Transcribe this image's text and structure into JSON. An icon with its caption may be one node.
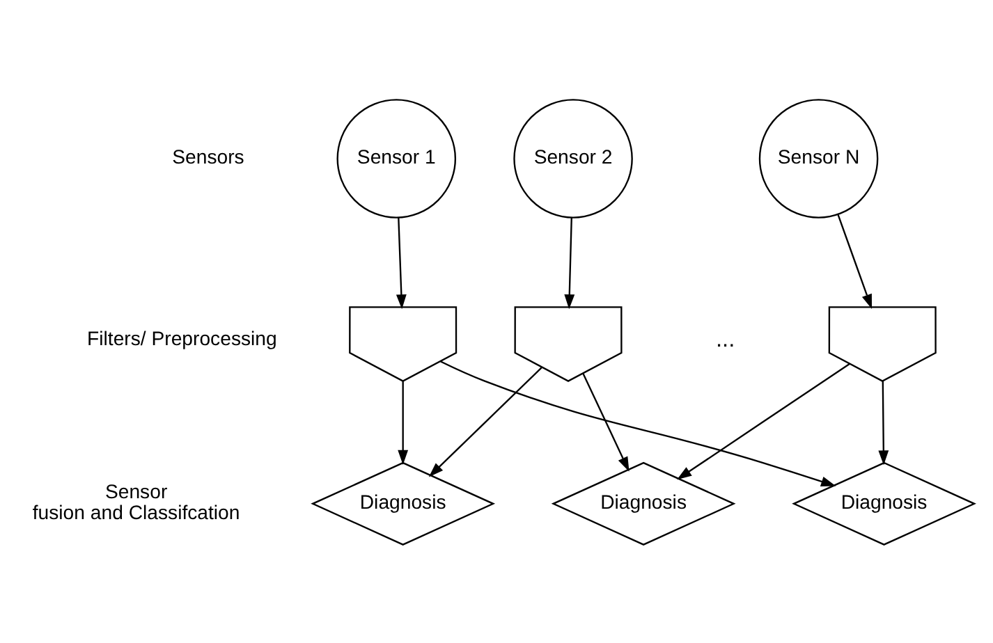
{
  "diagram": {
    "nodes": [
      {
        "text": [
          "Sensor 1"
        ]
      },
      {
        "text": [
          "Sensor 2"
        ]
      },
      {
        "text": [
          "Sensor N"
        ]
      },
      {
        "text": [],
        "shape": "pentagon"
      },
      {
        "text": [],
        "shape": "pentagon"
      },
      {
        "text": [],
        "shape": "pentagon"
      },
      {
        "text": [
          "Diagnosis"
        ]
      },
      {
        "text": [
          "Diagnosis"
        ]
      },
      {
        "text": [
          "Diagnosis"
        ]
      }
    ],
    "edges": [
      {
        "from": 0,
        "to": 3,
        "arrow": "to"
      },
      {
        "from": 1,
        "to": 4,
        "arrow": "to"
      },
      {
        "from": 2,
        "to": 5,
        "arrow": "to"
      },
      {
        "from": 3,
        "to": 6,
        "arrow": "to"
      },
      {
        "from": 3,
        "to": 8,
        "arrow": "to"
      },
      {
        "from": 4,
        "to": 6,
        "arrow": "to"
      },
      {
        "from": 4,
        "to": 7,
        "arrow": "to"
      },
      {
        "from": 5,
        "to": 7,
        "arrow": "to"
      },
      {
        "from": 5,
        "to": 8,
        "arrow": "to"
      }
    ],
    "labels": [
      "Sensors",
      "Filters/ Preprocessing",
      "Sensor fusion and Classifcation",
      "..."
    ]
  }
}
